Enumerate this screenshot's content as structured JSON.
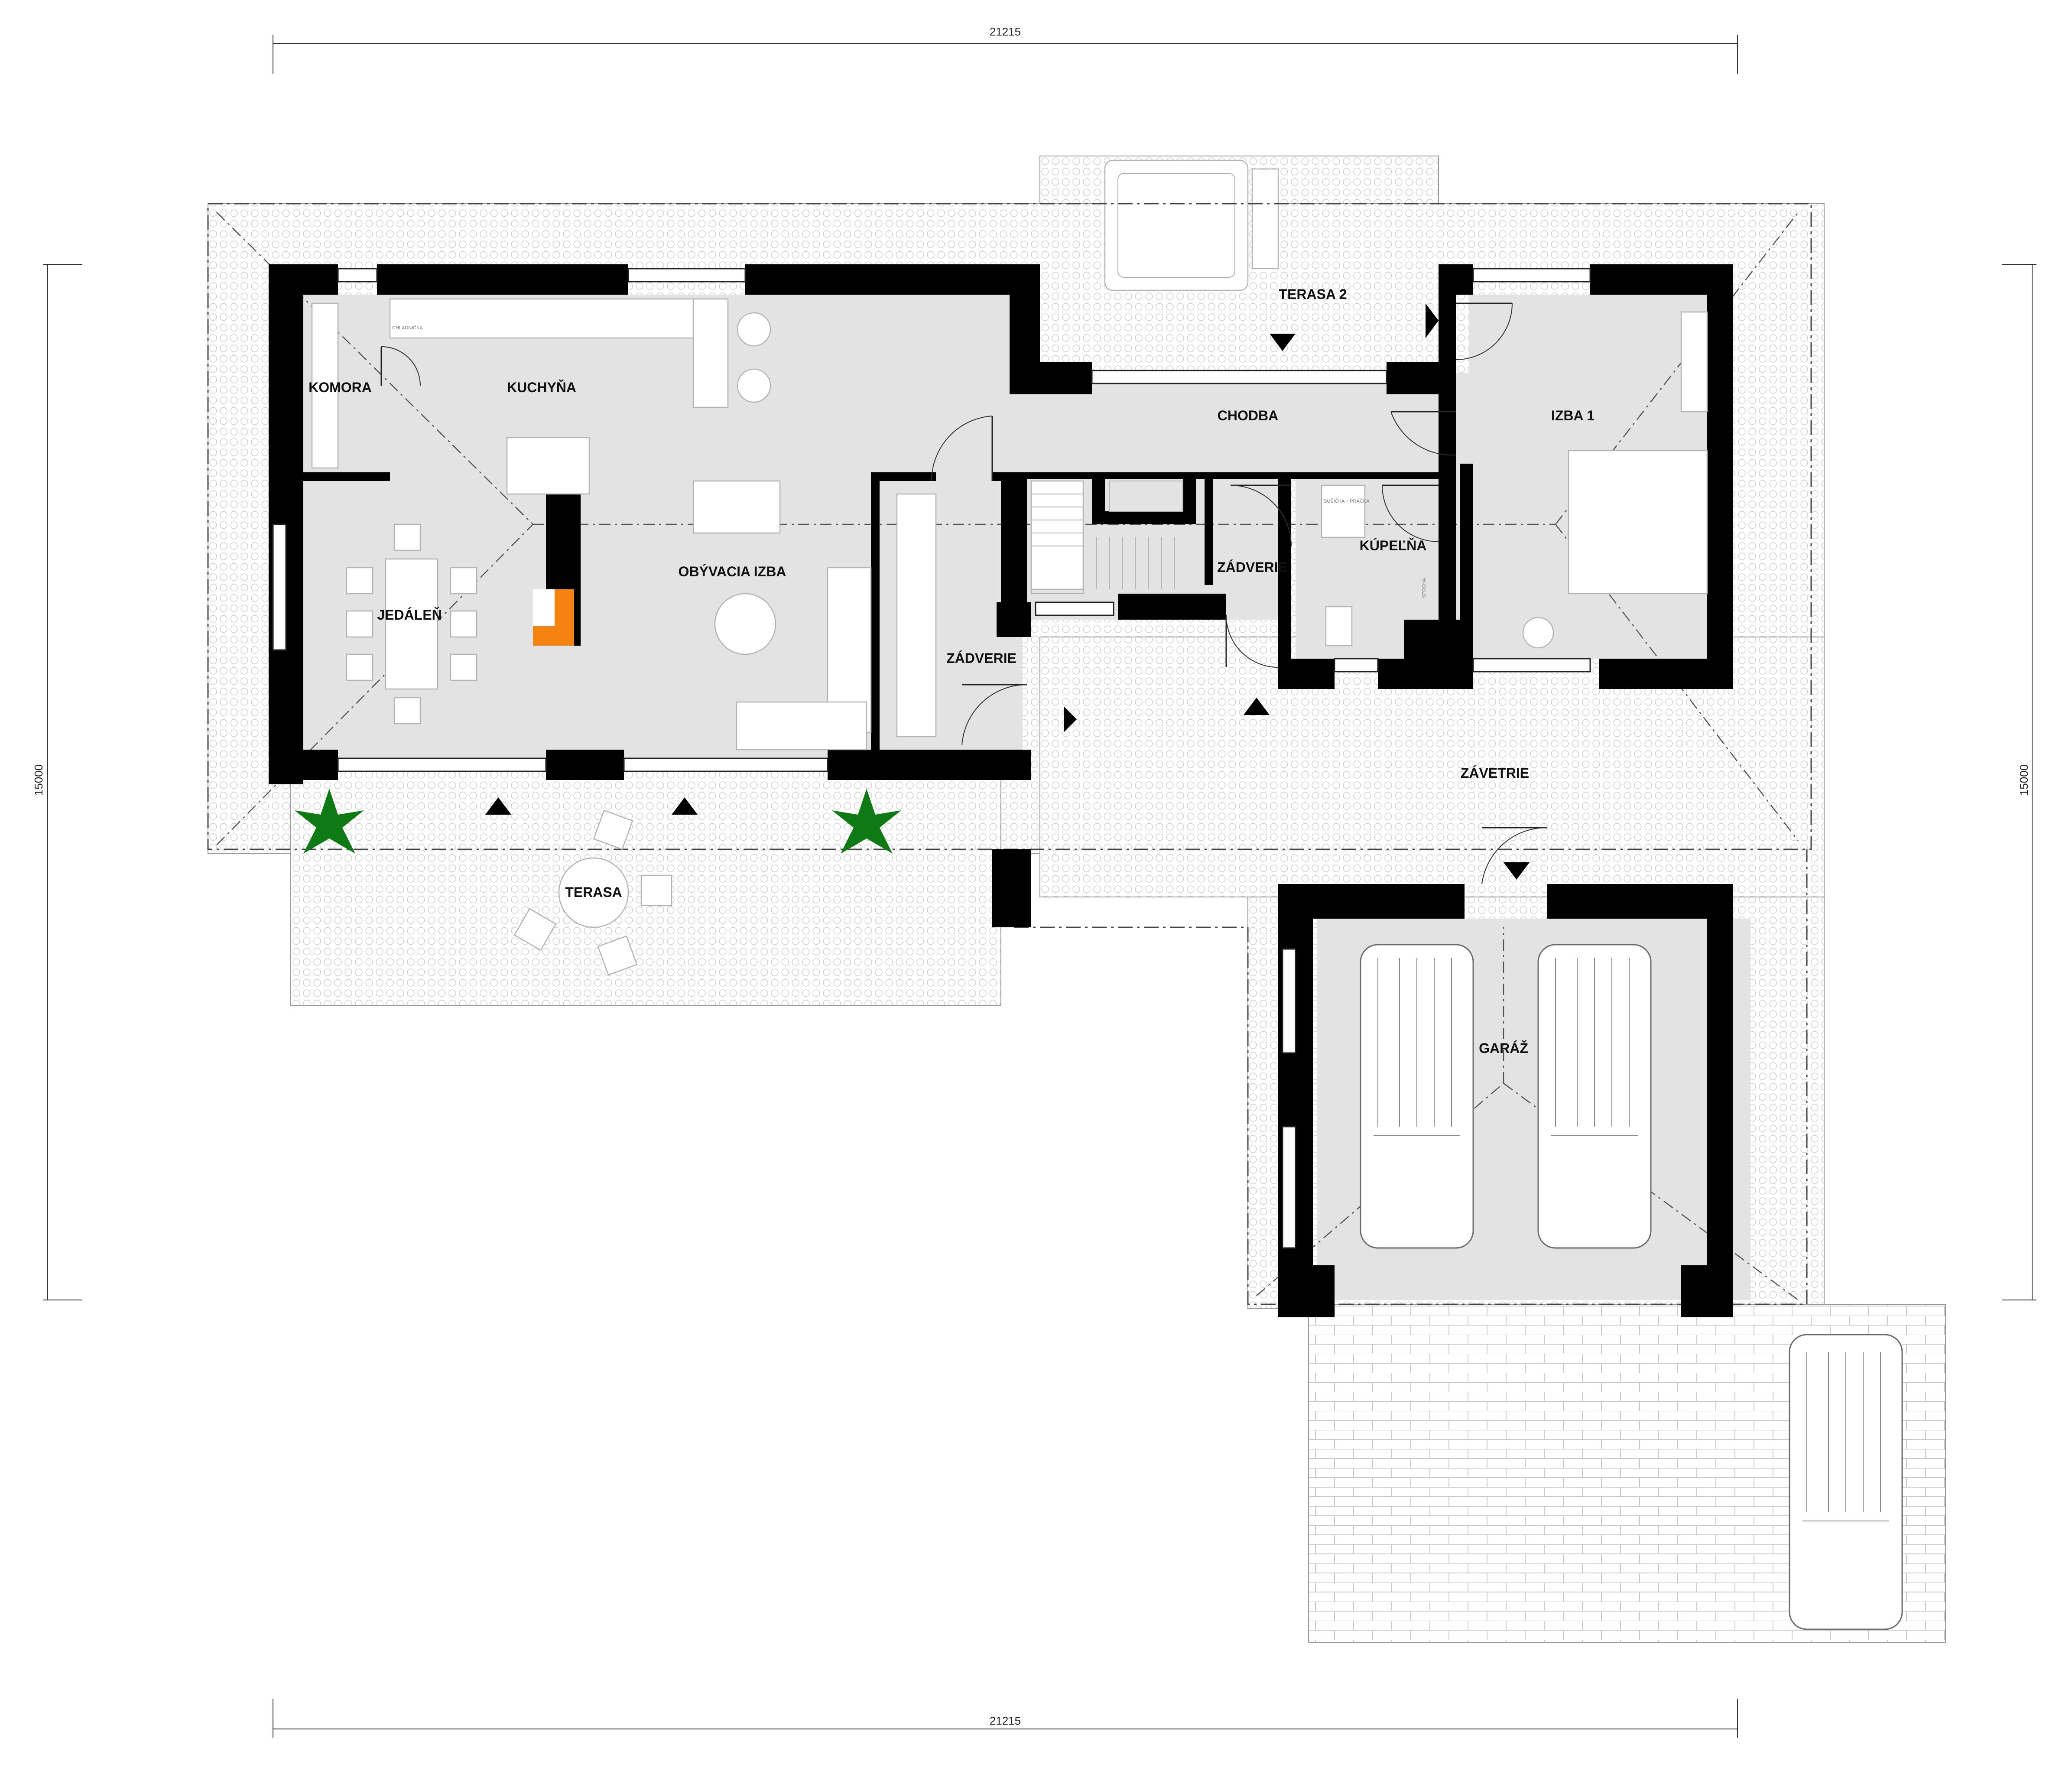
{
  "rooms": {
    "komora": "KOMORA",
    "kuchyna": "KUCHYŇA",
    "chodba": "CHODBA",
    "izba1": "IZBA 1",
    "terasa2": "TERASA 2",
    "jedalen": "JEDÁLEŇ",
    "obyvacia_izba": "OBÝVACIA IZBA",
    "zadverie_main": "ZÁDVERIE",
    "zadverie_back": "ZÁDVERIE",
    "kupelna": "KÚPEĽŇA",
    "zavetrie": "ZÁVETRIE",
    "terasa": "TERASA",
    "garaz": "GARÁŽ"
  },
  "dimensions": {
    "width_top": "21215",
    "width_bottom": "21215",
    "height_left": "15000",
    "height_right": "15000"
  },
  "fixture_labels": {
    "fridge": "CHLADNIČKA",
    "shower": "SPRCHA",
    "washer": "SUŠIČKA + PRÁČKA"
  },
  "colors": {
    "walls": "#000000",
    "floor": "#e3e3e3",
    "fireplace": "#f58310",
    "plants": "#0d7a13"
  }
}
